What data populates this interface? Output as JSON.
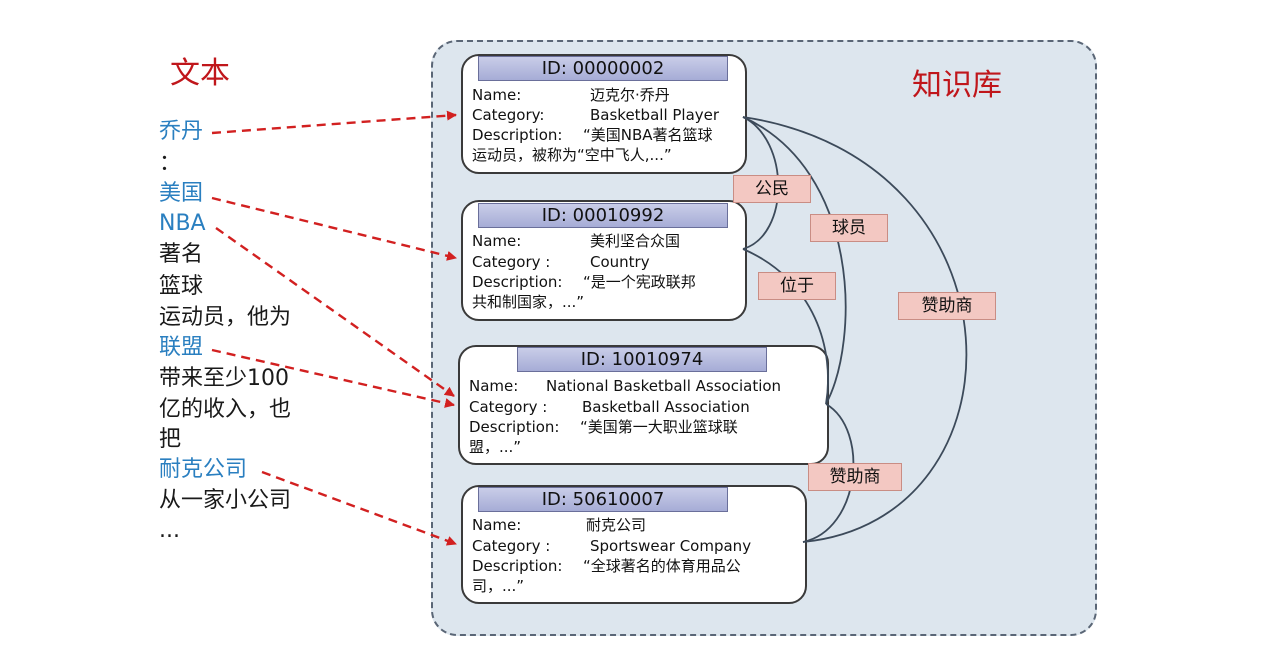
{
  "text_title": "文本",
  "kb_title": "知识库",
  "text_lines": [
    {
      "text": "乔丹",
      "highlight": true
    },
    {
      "text": "：",
      "highlight": false
    },
    {
      "text": "美国",
      "highlight": true
    },
    {
      "text": "NBA",
      "highlight": true
    },
    {
      "text": "著名",
      "highlight": false
    },
    {
      "text": "篮球",
      "highlight": false
    },
    {
      "text": "运动员，他为",
      "highlight": false
    },
    {
      "text": "联盟",
      "highlight": true
    },
    {
      "text": "带来至少100",
      "highlight": false
    },
    {
      "text": "亿的收入，也",
      "highlight": false
    },
    {
      "text": "把",
      "highlight": false
    },
    {
      "text": "耐克公司",
      "highlight": true
    },
    {
      "text": "从一家小公司",
      "highlight": false
    },
    {
      "text": "...",
      "highlight": false
    }
  ],
  "entities": [
    {
      "id": "ID: 00000002",
      "name_label": "Name:",
      "name": "迈克尔·乔丹",
      "category_label": "Category:",
      "category": "Basketball Player",
      "description_label": "Description:",
      "description": "“美国NBA著名篮球",
      "description_cont": "运动员，被称为“空中飞人,...”"
    },
    {
      "id": "ID: 00010992",
      "name_label": "Name:",
      "name": "美利坚合众国",
      "category_label": "Category :",
      "category": "Country",
      "description_label": "Description:",
      "description": "“是一个宪政联邦",
      "description_cont": "共和制国家，...”"
    },
    {
      "id": "ID: 10010974",
      "name_label": "Name:",
      "name": "National Basketball Association",
      "category_label": "Category :",
      "category": "Basketball Association",
      "description_label": "Description:",
      "description": "“美国第一大职业篮球联",
      "description_cont": "盟，...”"
    },
    {
      "id": "ID: 50610007",
      "name_label": "Name:",
      "name": "耐克公司",
      "category_label": "Category :",
      "category": "Sportswear Company",
      "description_label": "Description:",
      "description": "“全球著名的体育用品公",
      "description_cont": "司，...”"
    }
  ],
  "relations": [
    "公民",
    "球员",
    "位于",
    "赞助商",
    "赞助商"
  ],
  "colors": {
    "title_red": "#c0161b",
    "highlight_blue": "#2a7fc0",
    "link_red": "#d22020",
    "panel_bg": "#dde6ee",
    "relation_bg": "#f3c8c2",
    "id_bar": "#b8bde0"
  }
}
